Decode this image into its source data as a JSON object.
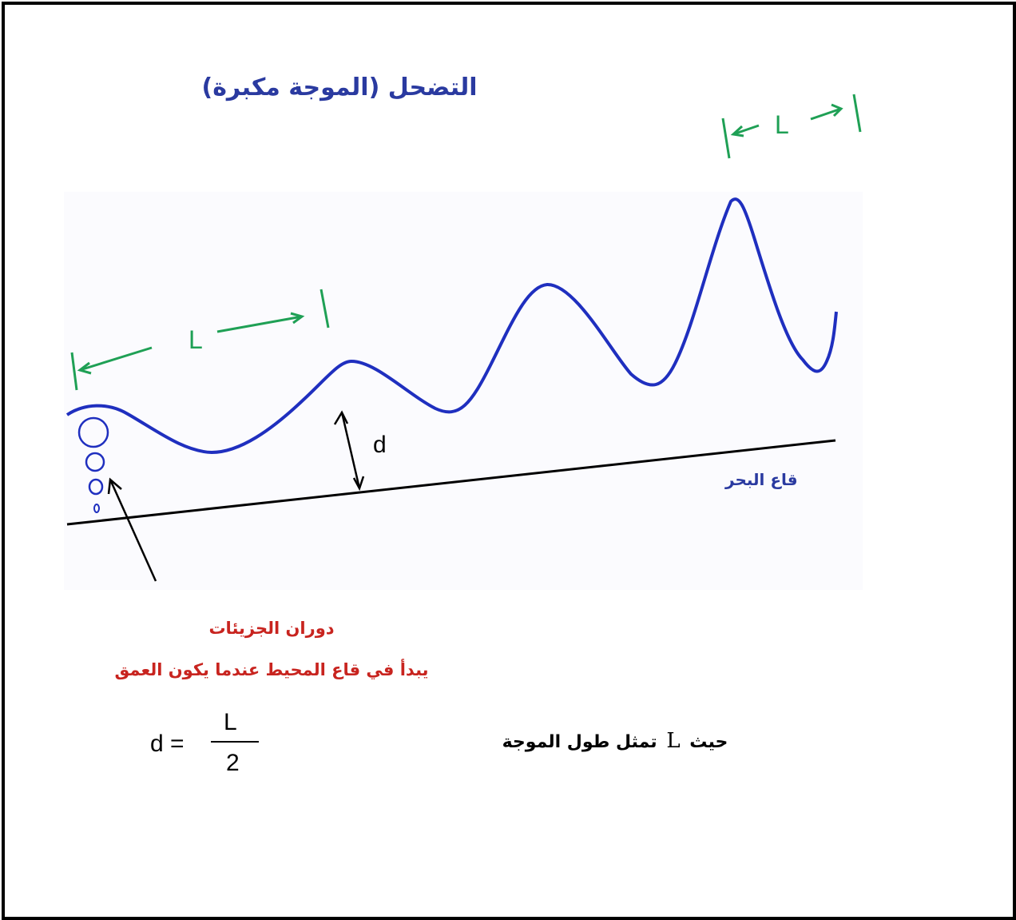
{
  "title": "التضحل (الموجة مكبرة)",
  "seabed_label": "قاع البحر",
  "depth_label": "d",
  "wavelength_label": "L",
  "particle_rotation": {
    "line1": "دوران الجزيئات",
    "line2": "يبدأ في قاع المحيط عندما يكون العمق"
  },
  "formula": {
    "lhs": "d =",
    "numerator": "L",
    "denominator": "2"
  },
  "definition": {
    "prefix": "حيث",
    "symbol": "L",
    "suffix": "تمثل طول الموجة"
  },
  "colors": {
    "wave": "#1f2fbf",
    "title": "#2a3aa0",
    "red_text": "#c8241f",
    "green": "#1fa055",
    "black": "#000000"
  }
}
